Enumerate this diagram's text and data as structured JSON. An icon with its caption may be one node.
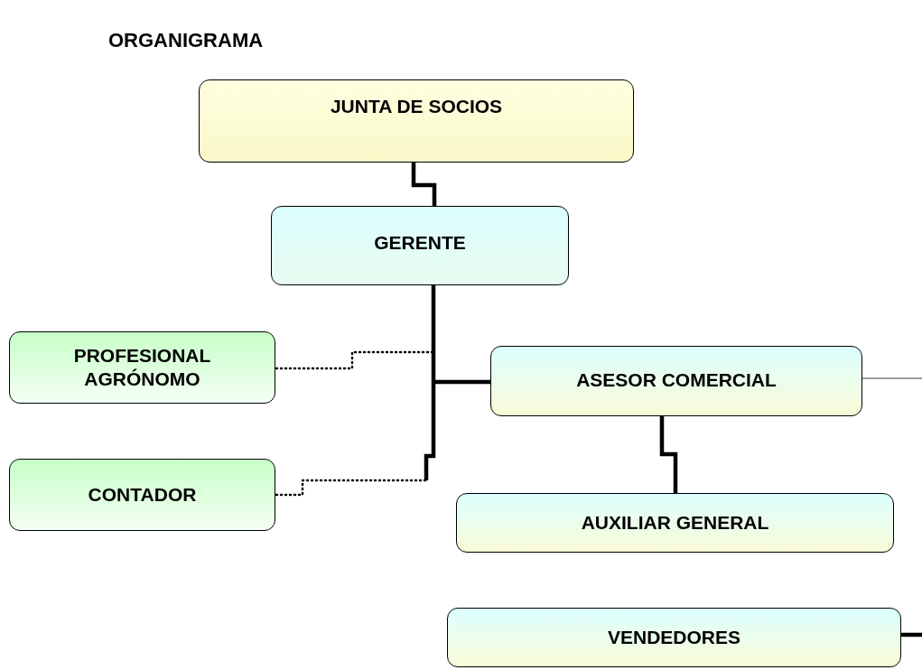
{
  "diagram": {
    "title": "ORGANIGRAMA",
    "nodes": [
      {
        "text": [
          "JUNTA DE SOCIOS"
        ]
      },
      {
        "text": [
          "GERENTE"
        ]
      },
      {
        "text": [
          "PROFESIONAL AGRÓNOMO"
        ]
      },
      {
        "text": [
          "ASESOR COMERCIAL"
        ]
      },
      {
        "text": [
          "CONTADOR"
        ]
      },
      {
        "text": [
          "AUXILIAR GENERAL"
        ]
      },
      {
        "text": [
          "VENDEDORES"
        ]
      }
    ],
    "edges": [
      {
        "from": 0,
        "to": 1,
        "arrow": "none"
      },
      {
        "from": 1,
        "to": 3,
        "arrow": "none"
      },
      {
        "from": 1,
        "to": 2,
        "arrow": "none",
        "style": "dashed"
      },
      {
        "from": 1,
        "to": 4,
        "arrow": "none",
        "style": "dashed"
      },
      {
        "from": 3,
        "to": 5,
        "arrow": "none"
      },
      {
        "from": 3,
        "to": null,
        "arrow": "none",
        "color": "#404040"
      },
      {
        "from": 6,
        "to": null,
        "arrow": "none"
      }
    ]
  }
}
